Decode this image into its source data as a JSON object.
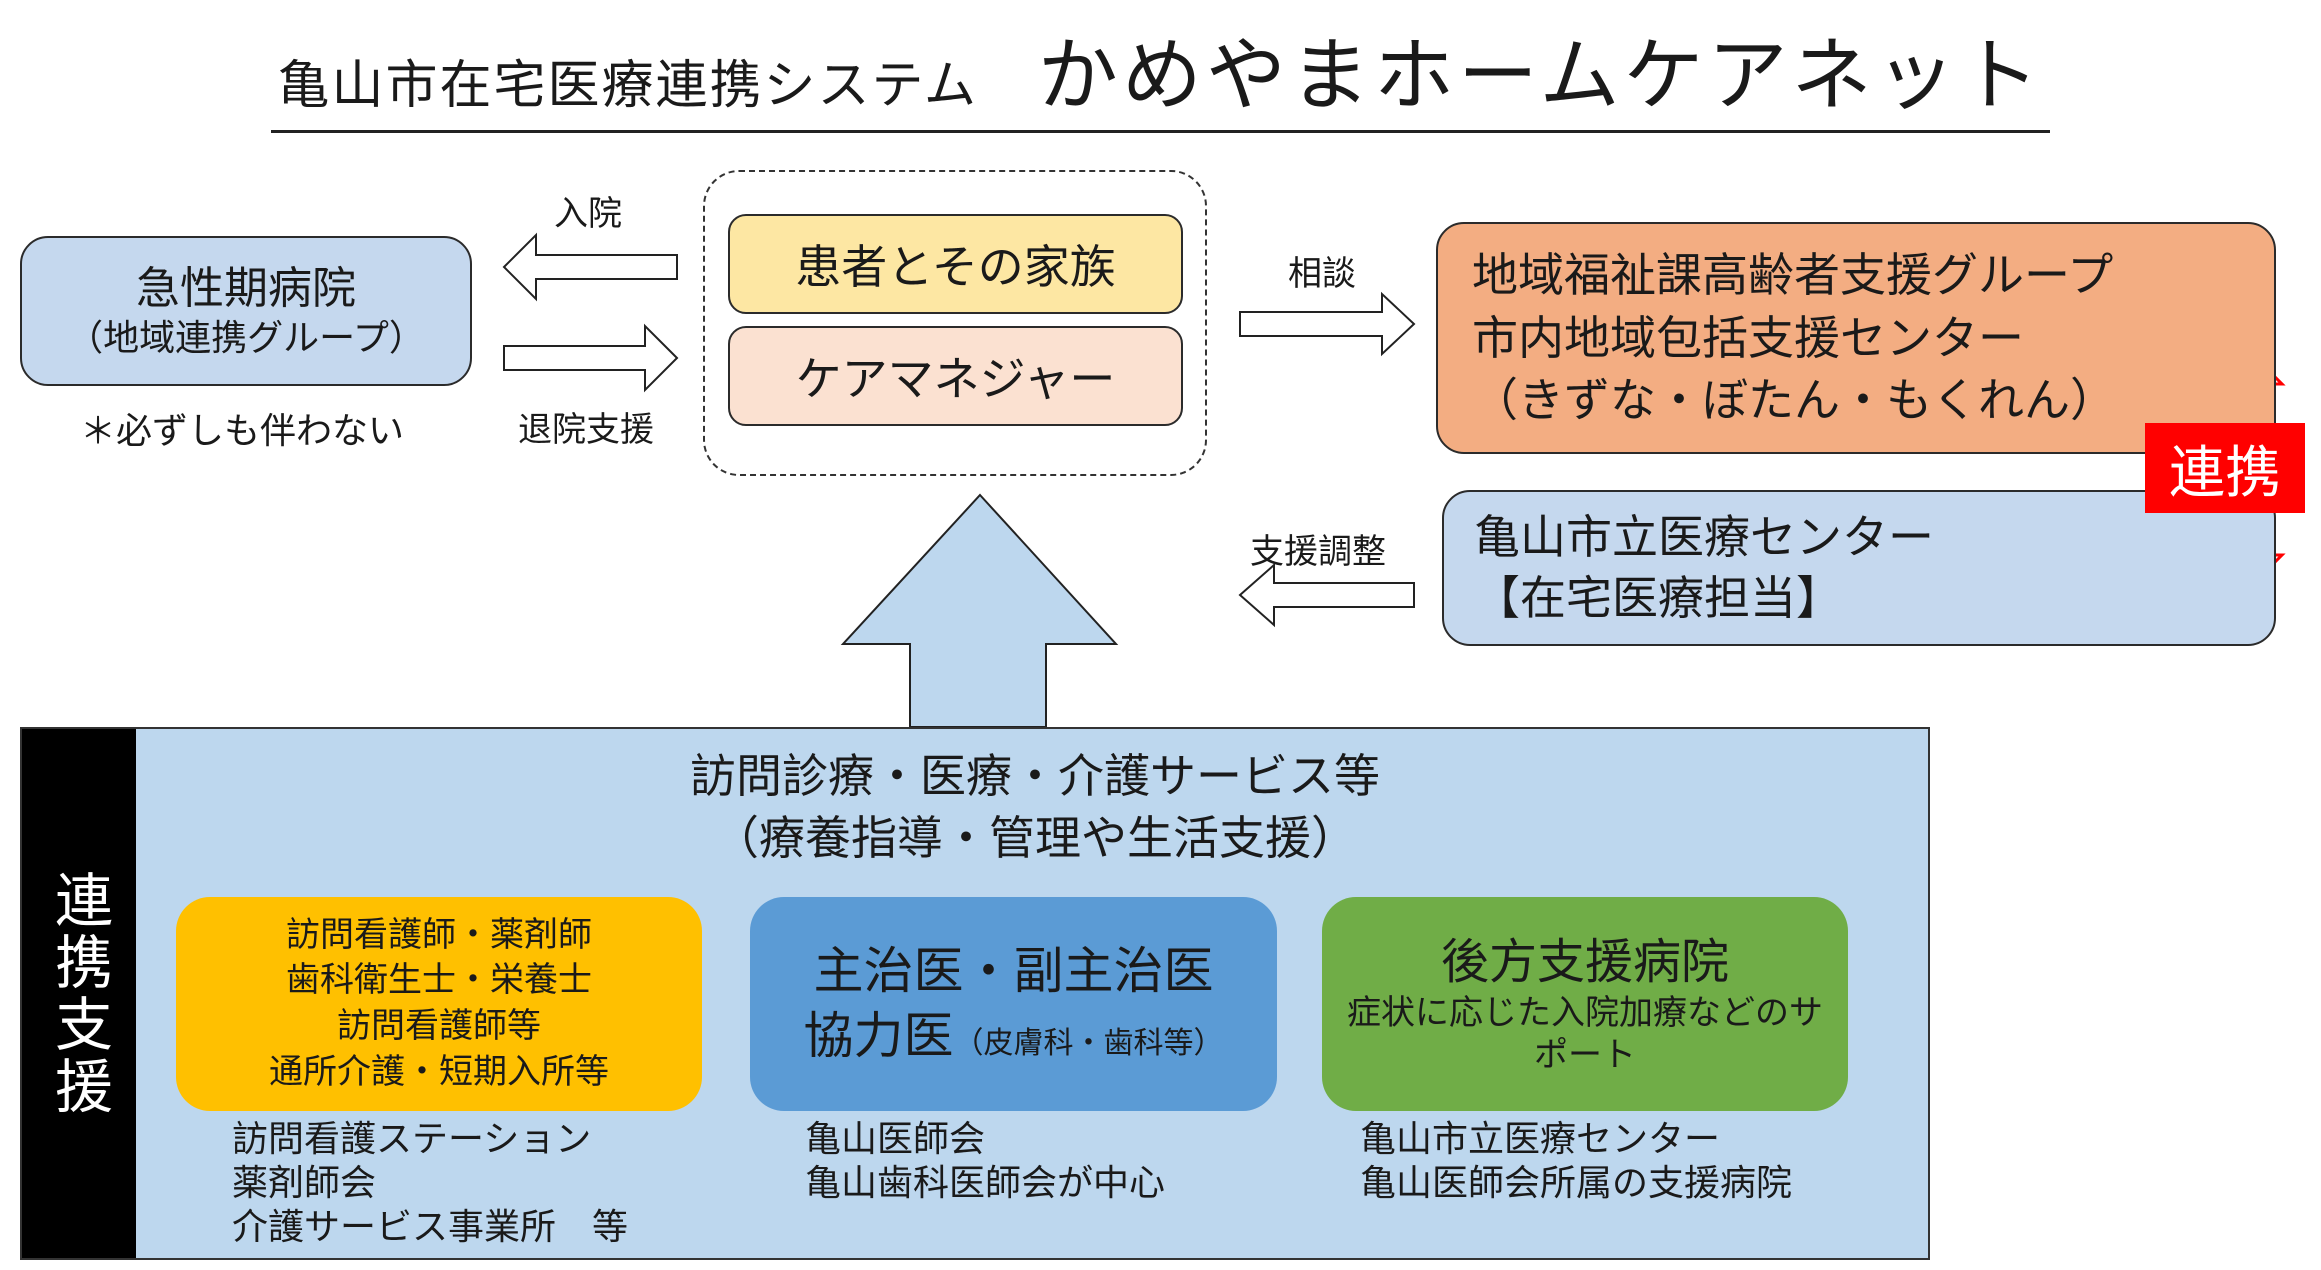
{
  "title": {
    "main": "亀山市在宅医療連携システム",
    "sub": "かめやまホームケアネット"
  },
  "acute_hospital": {
    "name": "急性期病院",
    "group": "（地域連携グループ）",
    "note": "＊必ずしも伴わない"
  },
  "arrows": {
    "admission": "入院",
    "discharge_support": "退院支援",
    "consultation": "相談",
    "support_adjustment": "支援調整"
  },
  "center": {
    "patient": "患者とその家族",
    "care_manager": "ケアマネジャー"
  },
  "welfare": {
    "lines": [
      "地域福祉課高齢者支援グループ",
      "市内地域包括支援センター",
      "（きずな・ぼたん・もくれん）"
    ]
  },
  "medical_center": {
    "name": "亀山市立医療センター",
    "dept": "【在宅医療担当】"
  },
  "renkei_badge": "連携",
  "side_label": "連携支援",
  "services": {
    "title": "訪問診療・医療・介護サービス等",
    "subtitle": "（療養指導・管理や生活支援）"
  },
  "cards": {
    "nurse": {
      "lines": [
        "訪問看護師・薬剤師",
        "歯科衛生士・栄養士",
        "訪問看護師等",
        "通所介護・短期入所等"
      ],
      "orgs": [
        "訪問看護ステーション",
        "薬剤師会",
        "介護サービス事業所　等"
      ]
    },
    "doctor": {
      "line1": "主治医・副主治医",
      "line2": "協力医",
      "line2_small": "（皮膚科・歯科等）",
      "orgs": [
        "亀山医師会",
        "亀山歯科医師会が中心"
      ]
    },
    "backup": {
      "title": "後方支援病院",
      "desc": "症状に応じた入院加療などのサポート",
      "orgs": [
        "亀山市立医療センター",
        "亀山医師会所属の支援病院"
      ]
    }
  },
  "colors": {
    "light_blue": "#c5d8ee",
    "service_bg": "#bdd7ee",
    "patient": "#fde7a3",
    "care_manager": "#fbe1d1",
    "welfare": "#f3ad82",
    "nurse_card": "#ffc000",
    "doctor_card": "#5b9bd5",
    "backup_card": "#70ad47",
    "badge": "#ff0000"
  }
}
